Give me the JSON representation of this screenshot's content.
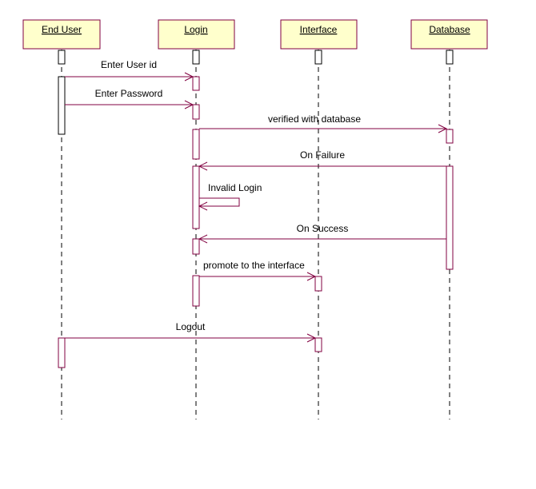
{
  "participants": [
    {
      "id": "end_user",
      "name": "End User"
    },
    {
      "id": "login",
      "name": "Login"
    },
    {
      "id": "interface",
      "name": "Interface"
    },
    {
      "id": "database",
      "name": "Database"
    }
  ],
  "messages": [
    {
      "from": "end_user",
      "to": "login",
      "label": "Enter User id"
    },
    {
      "from": "end_user",
      "to": "login",
      "label": "Enter Password"
    },
    {
      "from": "login",
      "to": "database",
      "label": "verified with database"
    },
    {
      "from": "database",
      "to": "login",
      "label": "On Failure"
    },
    {
      "from": "login",
      "to": "login",
      "label": "Invalid Login"
    },
    {
      "from": "database",
      "to": "login",
      "label": "On Success"
    },
    {
      "from": "login",
      "to": "interface",
      "label": "promote to the interface"
    },
    {
      "from": "end_user",
      "to": "interface",
      "label": "Logout"
    }
  ],
  "colors": {
    "message": "#800040",
    "box_fill": "#ffffcc",
    "box_border": "#800040"
  }
}
